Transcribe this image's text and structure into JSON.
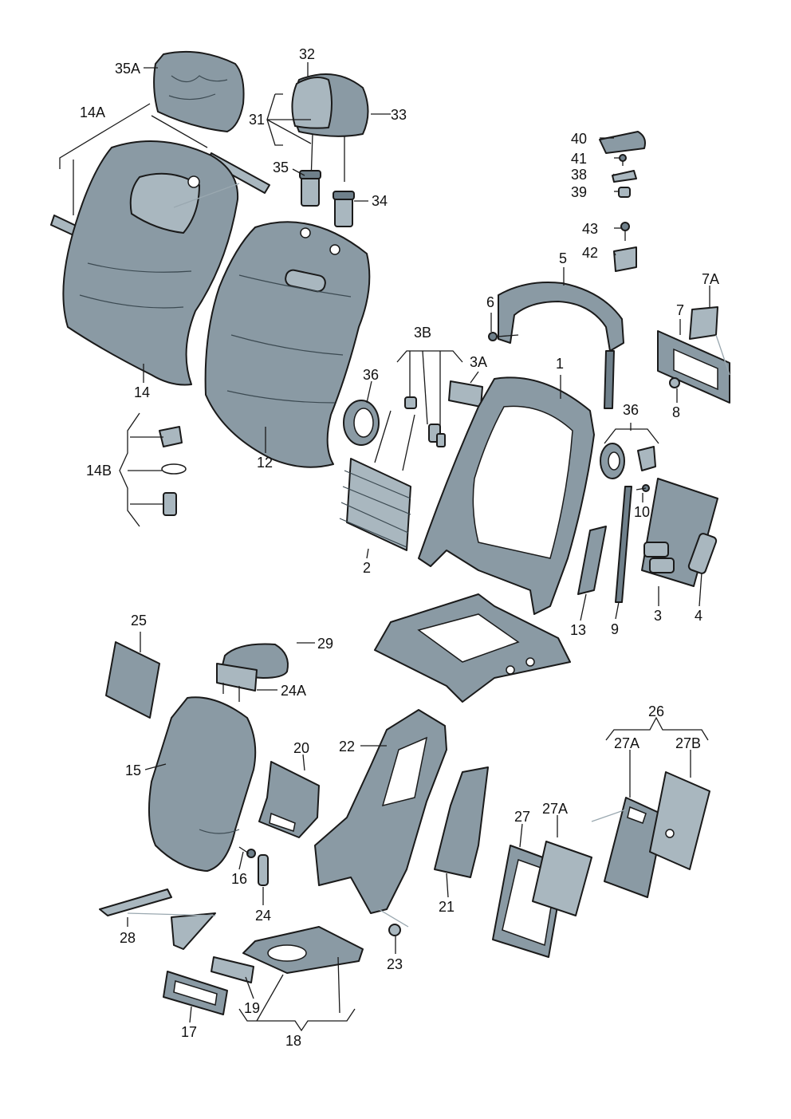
{
  "labels": {
    "l35A": "35A",
    "l32": "32",
    "l31": "31",
    "l33": "33",
    "l35": "35",
    "l34": "34",
    "l14A": "14A",
    "l14": "14",
    "l12": "12",
    "l14B": "14B",
    "l40": "40",
    "l41": "41",
    "l38": "38",
    "l39": "39",
    "l43": "43",
    "l42": "42",
    "l5": "5",
    "l6": "6",
    "l7A": "7A",
    "l7": "7",
    "l8": "8",
    "l3B": "3B",
    "l3A": "3A",
    "l36a": "36",
    "l1": "1",
    "l36b": "36",
    "l10": "10",
    "l2": "2",
    "l13": "13",
    "l9": "9",
    "l3": "3",
    "l4": "4",
    "l25": "25",
    "l29": "29",
    "l24A": "24A",
    "l15": "15",
    "l20": "20",
    "l22": "22",
    "l26": "26",
    "l27A": "27A",
    "l27B": "27B",
    "l27": "27",
    "l27Ab": "27A",
    "l16": "16",
    "l24": "24",
    "l21": "21",
    "l28": "28",
    "l23": "23",
    "l19": "19",
    "l17": "17",
    "l18": "18"
  }
}
